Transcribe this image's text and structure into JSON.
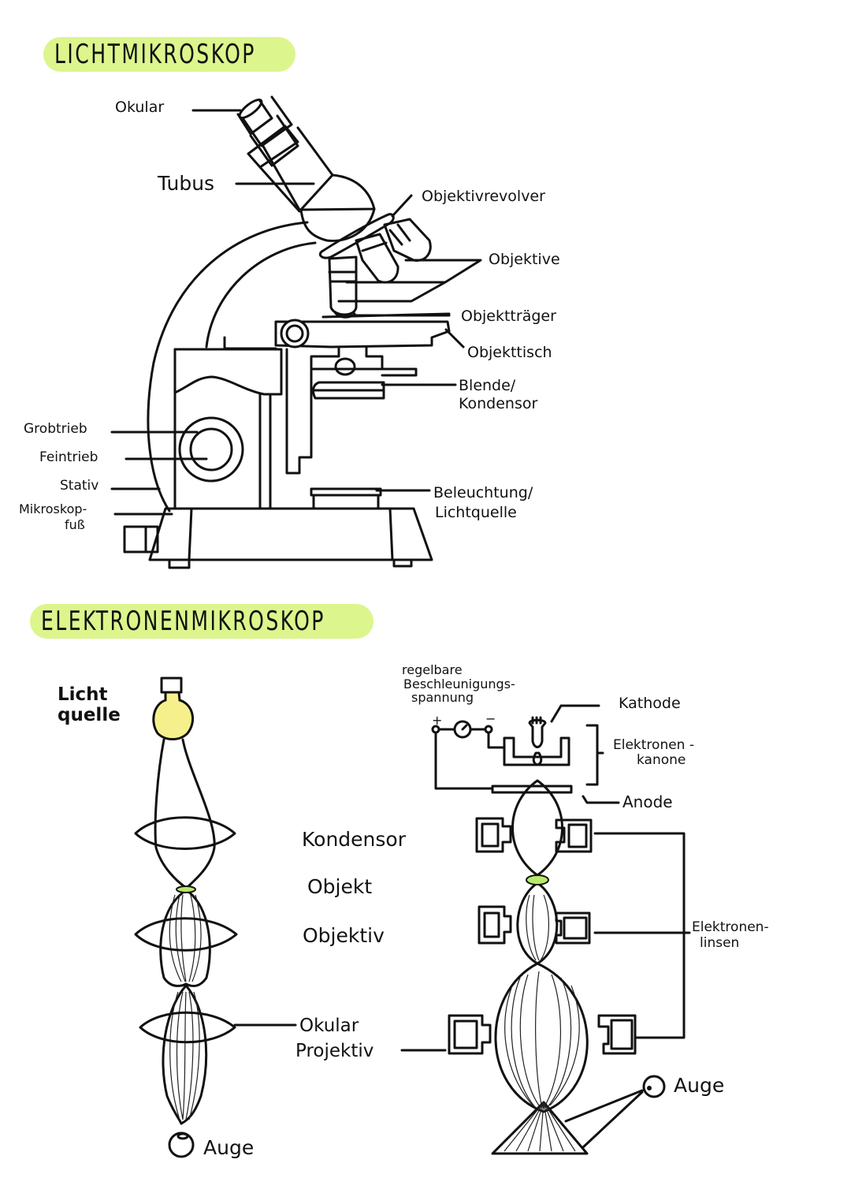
{
  "colors": {
    "title_highlight": "#dcf58c",
    "bulb_fill": "#f5f08c",
    "object_fill": "#b9e86a",
    "ink": "#111111",
    "background": "#ffffff"
  },
  "light_microscope": {
    "title": "LICHTMIKROSKOP",
    "labels": {
      "okular": "Okular",
      "tubus": "Tubus",
      "objektivrevolver": "Objektivrevolver",
      "objektive": "Objektive",
      "objekttraeger": "Objektträger",
      "objekttisch": "Objekttisch",
      "blende_line1": "Blende/",
      "blende_line2": "Kondensor",
      "grobtrieb": "Grobtrieb",
      "feintrieb": "Feintrieb",
      "stativ": "Stativ",
      "fuss_line1": "Mikroskop-",
      "fuss_line2": "fuß",
      "beleuchtung_line1": "Beleuchtung/",
      "beleuchtung_line2": "Lichtquelle"
    }
  },
  "electron_microscope": {
    "title": "ELEKTRONENMIKROSKOP",
    "light_path": {
      "lichtquelle_line1": "Licht",
      "lichtquelle_line2": "quelle",
      "auge": "Auge"
    },
    "middle_labels": {
      "kondensor": "Kondensor",
      "objekt": "Objekt",
      "objektiv": "Objektiv",
      "okular": "Okular",
      "projektiv": "Projektiv"
    },
    "electron_path": {
      "spannung_line1": "regelbare",
      "spannung_line2": "Beschleunigungs-",
      "spannung_line3": "spannung",
      "plus": "+",
      "minus": "−",
      "kathode": "Kathode",
      "kanone_line1": "Elektronen -",
      "kanone_line2": "kanone",
      "anode": "Anode",
      "linsen_line1": "Elektronen-",
      "linsen_line2": "linsen",
      "auge": "Auge"
    }
  }
}
